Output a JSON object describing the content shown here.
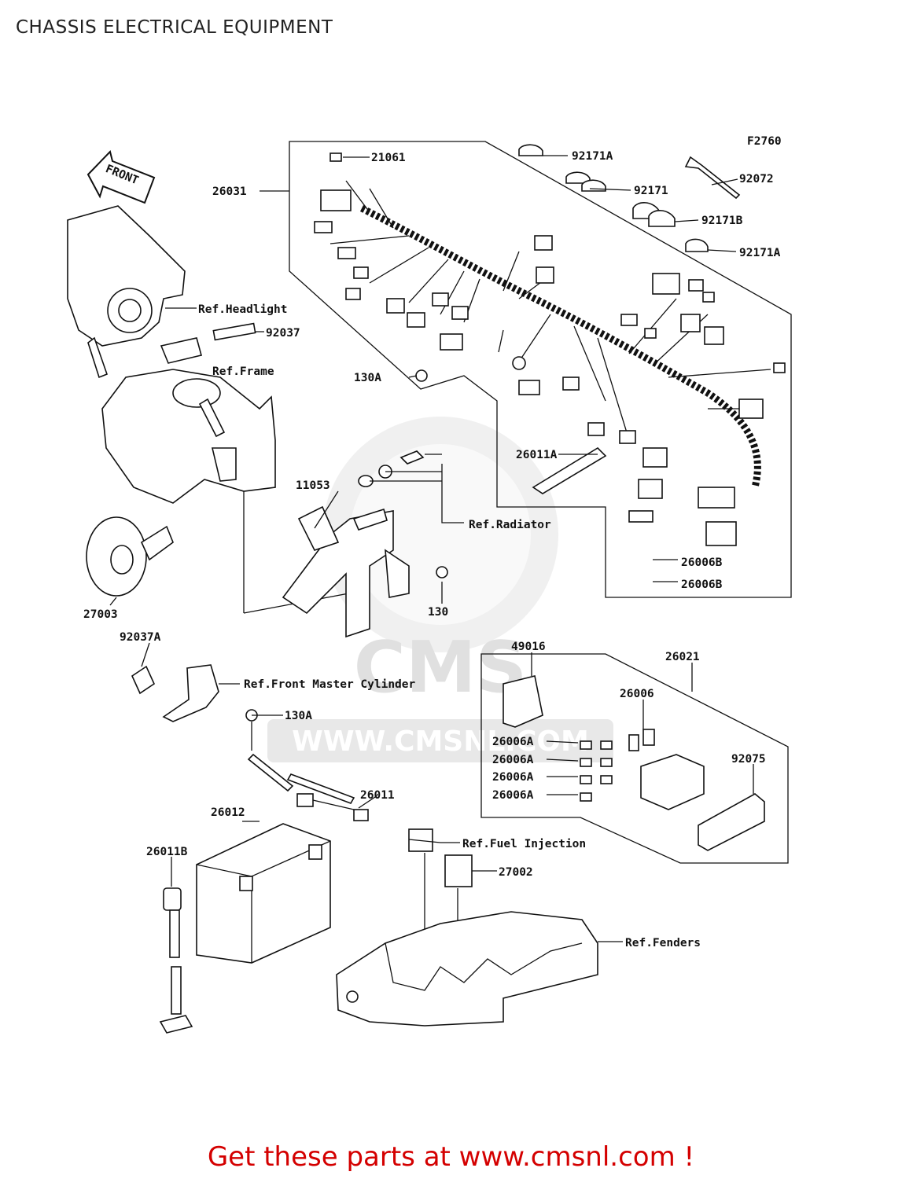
{
  "title": "CHASSIS ELECTRICAL EQUIPMENT",
  "figure_code": "F2760",
  "front_arrow": "FRONT",
  "watermark": {
    "brand": "CMS",
    "url": "WWW.CMSNL.COM"
  },
  "labels": {
    "p21061": "21061",
    "p92171A_1": "92171A",
    "p92171": "92171",
    "p92072": "92072",
    "p92171B": "92171B",
    "p92171A_2": "92171A",
    "p26031": "26031",
    "ref_headlight": "Ref.Headlight",
    "p92037": "92037",
    "ref_frame": "Ref.Frame",
    "p130A_1": "130A",
    "p26011A": "26011A",
    "p11053": "11053",
    "ref_radiator": "Ref.Radiator",
    "p26006B_1": "26006B",
    "p26006B_2": "26006B",
    "p27003": "27003",
    "p130": "130",
    "p92037A": "92037A",
    "ref_front_master": "Ref.Front Master Cylinder",
    "p49016": "49016",
    "p26021": "26021",
    "p26006": "26006",
    "p130A_2": "130A",
    "p26006A_1": "26006A",
    "p26006A_2": "26006A",
    "p26006A_3": "26006A",
    "p26006A_4": "26006A",
    "p92075": "92075",
    "p26011": "26011",
    "p26012": "26012",
    "p26011B": "26011B",
    "ref_fuel_injection": "Ref.Fuel Injection",
    "p27002": "27002",
    "ref_fenders": "Ref.Fenders"
  },
  "footer": "Get these parts at www.cmsnl.com !"
}
